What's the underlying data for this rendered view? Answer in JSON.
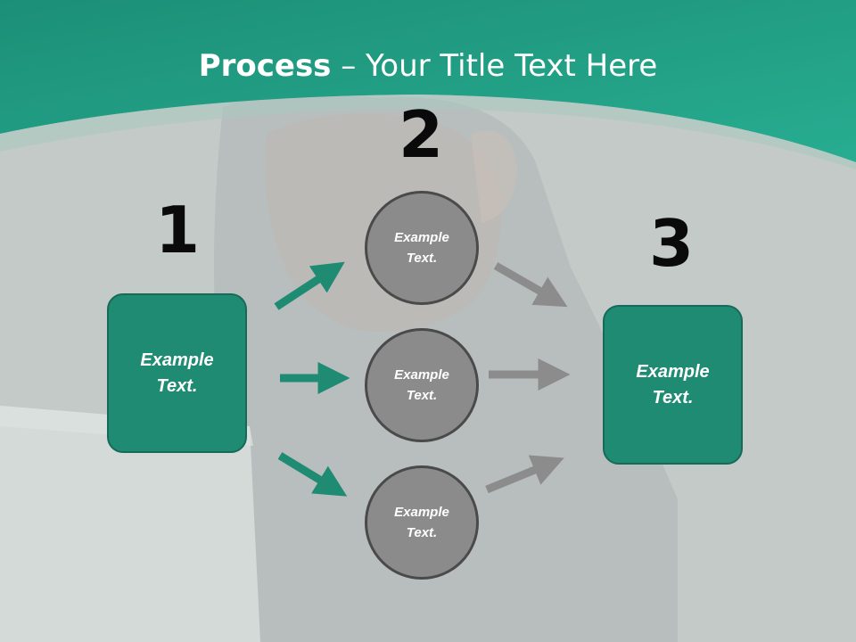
{
  "title": {
    "bold": "Process",
    "rest": " – Your Title Text Here"
  },
  "steps": {
    "one": "1",
    "two": "2",
    "three": "3"
  },
  "left_box": {
    "text": "Example\nText."
  },
  "right_box": {
    "text": "Example\nText."
  },
  "circles": [
    {
      "text": "Example\nText."
    },
    {
      "text": "Example\nText."
    },
    {
      "text": "Example\nText."
    }
  ],
  "colors": {
    "header": "#1f9c82",
    "box_fill": "#1f8b73",
    "teal_arrow": "#1f8b73",
    "gray_arrow": "#8c8c8c",
    "circle_fill": "#8b8b8b"
  }
}
